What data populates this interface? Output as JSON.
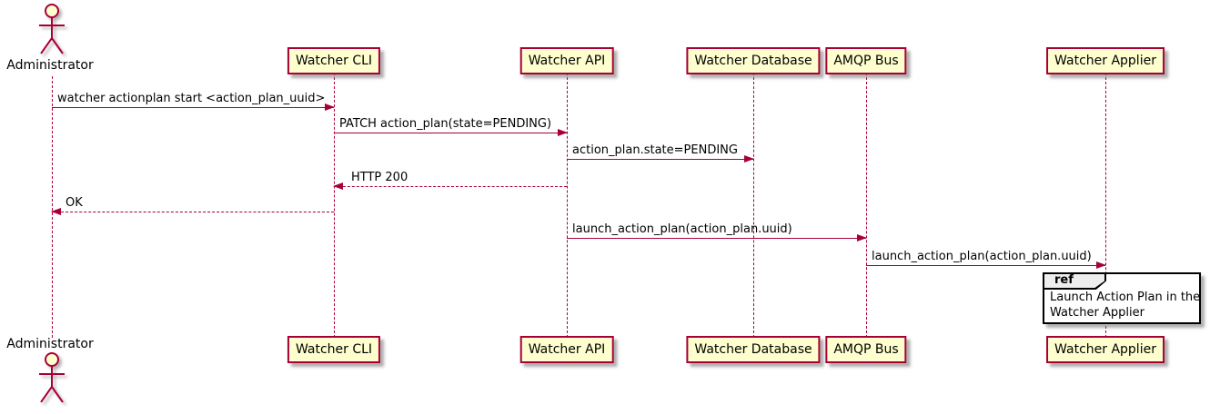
{
  "diagram": {
    "type": "uml-sequence-diagram",
    "colors": {
      "accent_line": "#A80036",
      "participant_fill": "#FEFECE",
      "text": "#000000",
      "ref_header_fill": "#EEEEEE",
      "ref_border": "#000000",
      "background": "#FFFFFF"
    },
    "actor": {
      "name": "Administrator",
      "icon": "actor-stick-figure-icon"
    },
    "participants": [
      {
        "name": "Watcher CLI"
      },
      {
        "name": "Watcher API"
      },
      {
        "name": "Watcher Database"
      },
      {
        "name": "AMQP Bus"
      },
      {
        "name": "Watcher Applier"
      }
    ],
    "messages": [
      {
        "from": "Administrator",
        "to": "Watcher CLI",
        "style": "solid",
        "text": "watcher actionplan start <action_plan_uuid>"
      },
      {
        "from": "Watcher CLI",
        "to": "Watcher API",
        "style": "solid",
        "text": "PATCH action_plan(state=PENDING)"
      },
      {
        "from": "Watcher API",
        "to": "Watcher Database",
        "style": "solid",
        "text": "action_plan.state=PENDING"
      },
      {
        "from": "Watcher API",
        "to": "Watcher CLI",
        "style": "dashed",
        "text": "HTTP 200"
      },
      {
        "from": "Watcher CLI",
        "to": "Administrator",
        "style": "dashed",
        "text": "OK"
      },
      {
        "from": "Watcher API",
        "to": "AMQP Bus",
        "style": "solid",
        "text": "launch_action_plan(action_plan.uuid)"
      },
      {
        "from": "AMQP Bus",
        "to": "Watcher Applier",
        "style": "solid",
        "text": "launch_action_plan(action_plan.uuid)"
      }
    ],
    "ref": {
      "keyword": "ref",
      "line1": "Launch Action Plan in the",
      "line2": "Watcher Applier"
    }
  }
}
